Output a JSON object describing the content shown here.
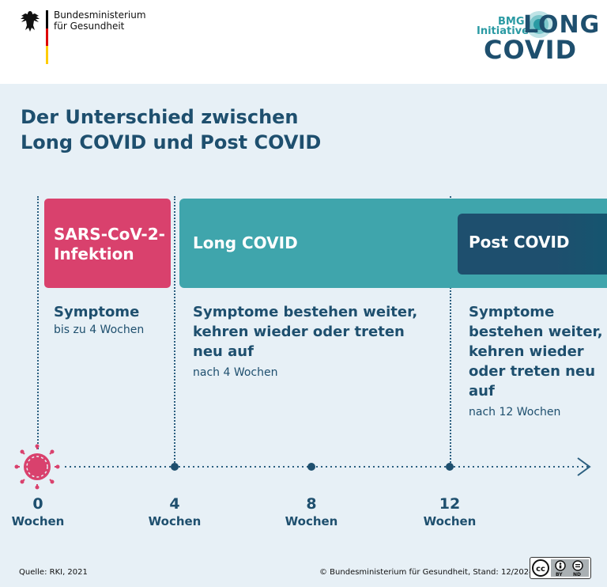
{
  "header": {
    "ministry_line1": "Bundesministerium",
    "ministry_line2": "für Gesundheit",
    "logo_bmg": "BMG",
    "logo_initiative": "Initiative",
    "logo_long": "LONG",
    "logo_covid": "COVID"
  },
  "title": {
    "line1": "Der Unterschied zwischen",
    "line2": "Long COVID und Post COVID"
  },
  "phases": {
    "infection": {
      "label_line1": "SARS-CoV-2-",
      "label_line2": "Infektion",
      "heading": "Symptome",
      "sub": "bis zu 4 Wochen"
    },
    "long": {
      "label": "Long COVID",
      "heading_line1": "Symptome bestehen weiter,",
      "heading_line2": "kehren wieder oder treten",
      "heading_line3": "neu auf",
      "sub": "nach 4 Wochen"
    },
    "post": {
      "label": "Post COVID",
      "heading_line1": "Symptome",
      "heading_line2": "bestehen weiter,",
      "heading_line3": "kehren wieder",
      "heading_line4": "oder treten neu",
      "heading_line5": "auf",
      "sub": "nach 12 Wochen"
    }
  },
  "timeline": {
    "ticks": [
      {
        "value": "0",
        "unit": "Wochen"
      },
      {
        "value": "4",
        "unit": "Wochen"
      },
      {
        "value": "8",
        "unit": "Wochen"
      },
      {
        "value": "12",
        "unit": "Wochen"
      }
    ]
  },
  "footer": {
    "source": "Quelle: RKI, 2021",
    "copyright": "© Bundesministerium für Gesundheit, Stand: 12/2024",
    "license_by": "BY",
    "license_nd": "ND"
  },
  "colors": {
    "infection": "#d9416d",
    "long_covid": "#3fa5ac",
    "post_covid": "#1e4f6e",
    "text": "#1e4f6e",
    "background": "#e7f0f6"
  },
  "icons": {
    "federal_eagle": "eagle-icon",
    "virus": "virus-icon",
    "arrow": "arrow-right-icon",
    "license": "cc-by-nd-icon"
  }
}
